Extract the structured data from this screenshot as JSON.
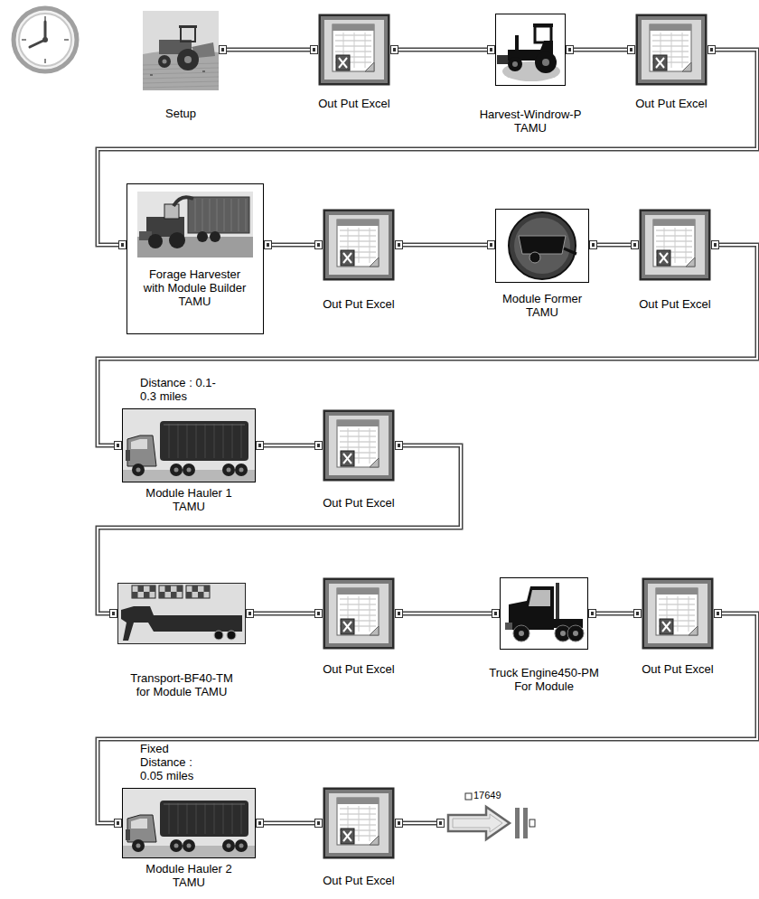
{
  "diagram": {
    "nodes": [
      {
        "text": [
          "Setup"
        ]
      },
      {
        "text": [
          "Out Put Excel"
        ]
      },
      {
        "text": [
          "Harvest-Windrow-P TAMU"
        ]
      },
      {
        "text": [
          "Out Put Excel"
        ]
      },
      {
        "text": [
          "Forage Harvester with Module Builder TAMU"
        ]
      },
      {
        "text": [
          "Out Put Excel"
        ]
      },
      {
        "text": [
          "Module Former TAMU"
        ]
      },
      {
        "text": [
          "Out Put Excel"
        ]
      },
      {
        "text": [
          "Distance : 0.1-0.3 miles",
          "Module Hauler 1 TAMU"
        ]
      },
      {
        "text": [
          "Out Put Excel"
        ]
      },
      {
        "text": [
          "Transport-BF40-TM for Module TAMU"
        ]
      },
      {
        "text": [
          "Out Put Excel"
        ]
      },
      {
        "text": [
          "Truck Engine450-PM For Module"
        ]
      },
      {
        "text": [
          "Out Put Excel"
        ]
      },
      {
        "text": [
          "Fixed Distance : 0.05 miles",
          "Module Hauler 2 TAMU"
        ]
      },
      {
        "text": [
          "Out Put Excel"
        ]
      },
      {
        "text": [
          "17649"
        ]
      }
    ],
    "edges": [
      {
        "from": 0,
        "to": 1,
        "arrow": "none"
      },
      {
        "from": 1,
        "to": 2,
        "arrow": "none"
      },
      {
        "from": 2,
        "to": 3,
        "arrow": "none"
      },
      {
        "from": 3,
        "to": 4,
        "arrow": "none"
      },
      {
        "from": 4,
        "to": 5,
        "arrow": "none"
      },
      {
        "from": 5,
        "to": 6,
        "arrow": "none"
      },
      {
        "from": 6,
        "to": 7,
        "arrow": "none"
      },
      {
        "from": 7,
        "to": 8,
        "arrow": "none"
      },
      {
        "from": 8,
        "to": 9,
        "arrow": "none"
      },
      {
        "from": 9,
        "to": 10,
        "arrow": "none"
      },
      {
        "from": 10,
        "to": 11,
        "arrow": "none"
      },
      {
        "from": 11,
        "to": 12,
        "arrow": "none"
      },
      {
        "from": 12,
        "to": 13,
        "arrow": "none"
      },
      {
        "from": 13,
        "to": 14,
        "arrow": "none"
      },
      {
        "from": 14,
        "to": 15,
        "arrow": "none"
      },
      {
        "from": 15,
        "to": 16,
        "arrow": "none"
      }
    ]
  }
}
